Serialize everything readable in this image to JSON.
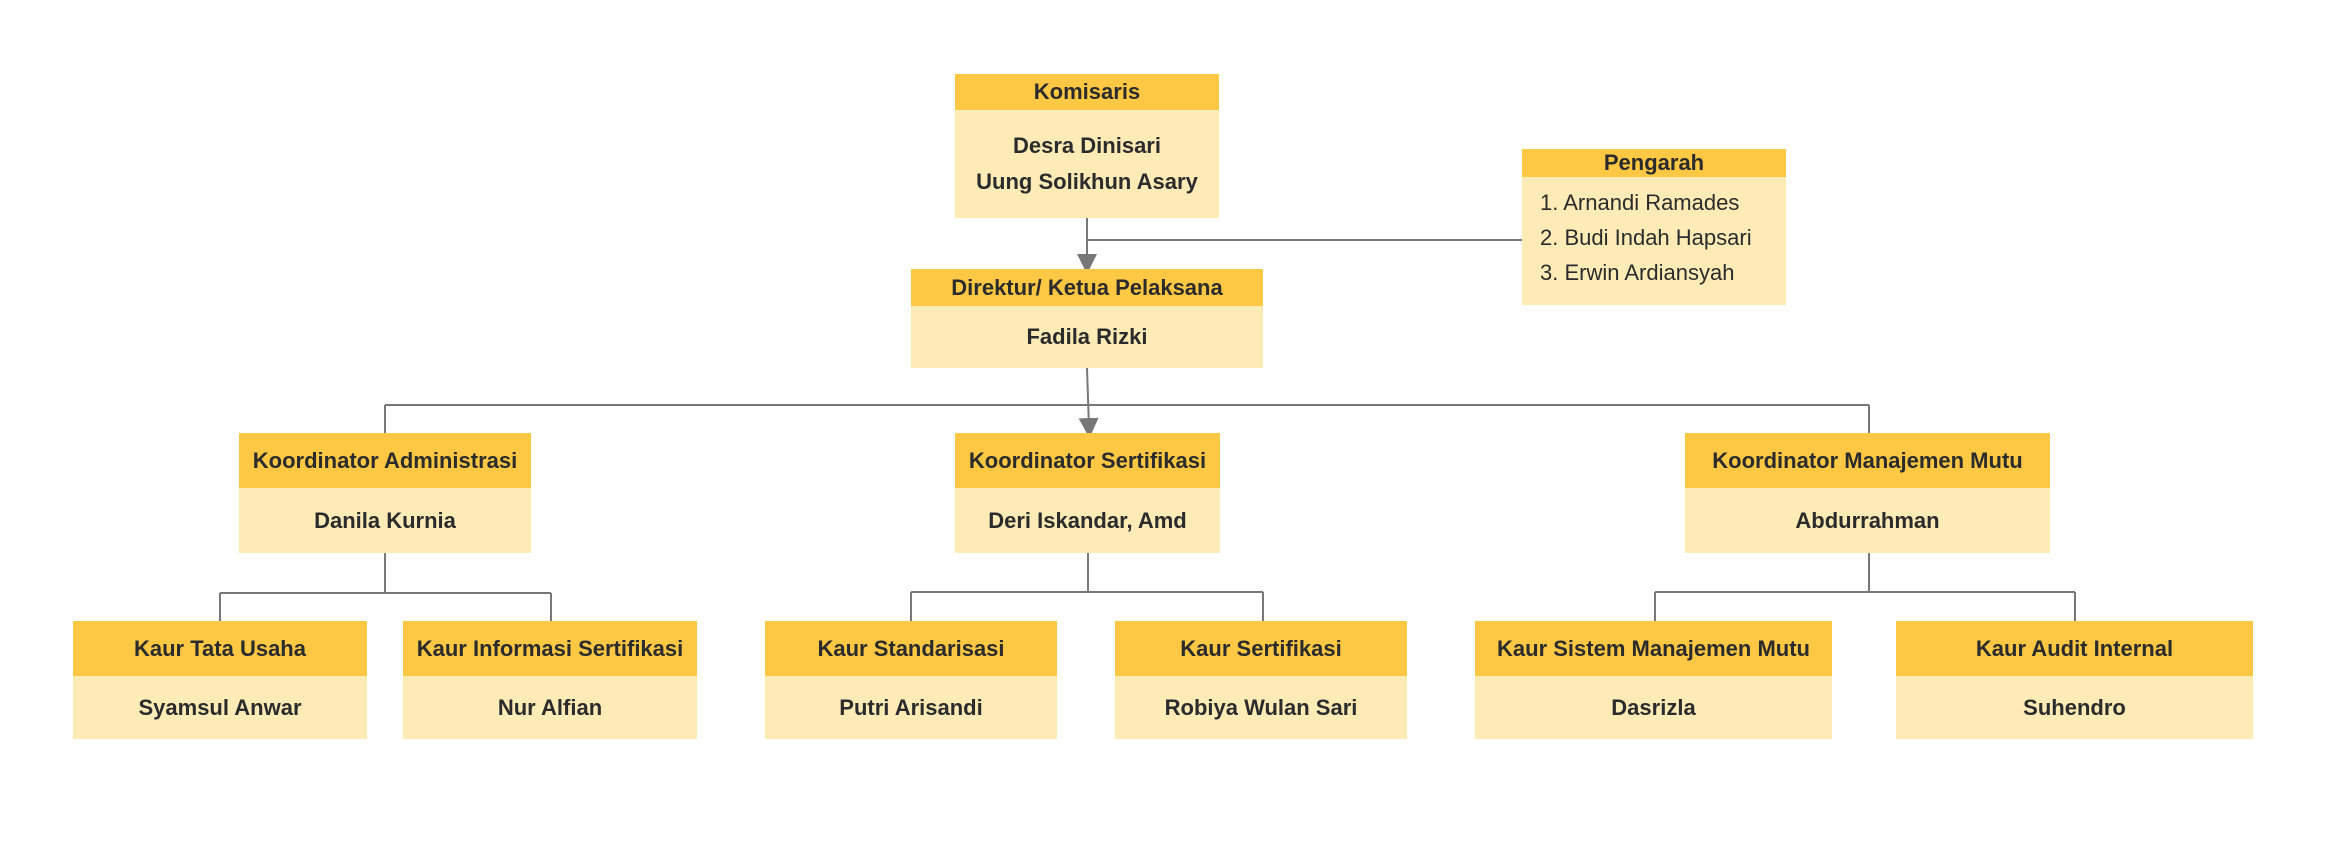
{
  "komisaris": {
    "title": "Komisaris",
    "names": [
      "Desra Dinisari",
      "Uung Solikhun Asary"
    ]
  },
  "pengarah": {
    "title": "Pengarah",
    "members": [
      "1. Arnandi Ramades",
      "2. Budi Indah Hapsari",
      "3. Erwin Ardiansyah"
    ]
  },
  "direktur": {
    "title": "Direktur/ Ketua Pelaksana",
    "name": "Fadila Rizki"
  },
  "koordinator_administrasi": {
    "title": "Koordinator Administrasi",
    "name": "Danila Kurnia"
  },
  "koordinator_sertifikasi": {
    "title": "Koordinator Sertifikasi",
    "name": "Deri Iskandar, Amd"
  },
  "koordinator_manajemen_mutu": {
    "title": "Koordinator Manajemen Mutu",
    "name": "Abdurrahman"
  },
  "kaur_tata_usaha": {
    "title": "Kaur Tata Usaha",
    "name": "Syamsul Anwar"
  },
  "kaur_informasi_sertifikasi": {
    "title": "Kaur Informasi Sertifikasi",
    "name": "Nur Alfian"
  },
  "kaur_standarisasi": {
    "title": "Kaur Standarisasi",
    "name": "Putri Arisandi"
  },
  "kaur_sertifikasi": {
    "title": "Kaur Sertifikasi",
    "name": "Robiya Wulan Sari"
  },
  "kaur_sistem_manajemen_mutu": {
    "title": "Kaur Sistem Manajemen Mutu",
    "name": "Dasrizla"
  },
  "kaur_audit_internal": {
    "title": "Kaur Audit Internal",
    "name": "Suhendro"
  }
}
